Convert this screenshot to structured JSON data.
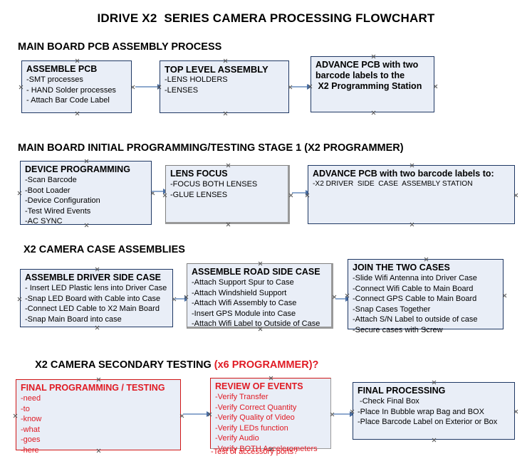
{
  "document": {
    "title": "IDRIVE X2  SERIES CAMERA PROCESSING FLOWCHART"
  },
  "colors": {
    "box_fill": "#e9eef7",
    "box_border_navy": "#1f3864",
    "box_border_gray": "#808080",
    "red_text": "#e01b24",
    "connector": "#8ea9ce",
    "arrowhead": "#4a6fa5"
  },
  "sections": [
    {
      "id": "main-board-pcb-assembly",
      "heading": "MAIN BOARD PCB ASSEMBLY PROCESS",
      "heading_suffix": "",
      "boxes": [
        {
          "id": "assemble-pcb",
          "title": "ASSEMBLE PCB",
          "lines": [
            "-SMT processes",
            "- HAND Solder processes",
            "- Attach Bar Code Label"
          ]
        },
        {
          "id": "top-level-assembly",
          "title": "TOP LEVEL ASSEMBLY",
          "lines": [
            "-LENS HOLDERS",
            "-LENSES"
          ]
        },
        {
          "id": "advance-pcb-x2-programming-station",
          "title": "ADVANCE PCB with two",
          "lines": [
            "barcode labels to the",
            " X2 Programming Station"
          ]
        }
      ]
    },
    {
      "id": "main-board-initial-programming",
      "heading": "MAIN BOARD INITIAL PROGRAMMING/TESTING STAGE 1 (X2 PROGRAMMER)",
      "heading_suffix": "",
      "boxes": [
        {
          "id": "device-programming",
          "title": "DEVICE PROGRAMMING",
          "lines": [
            "-Scan Barcode",
            "-Boot Loader",
            "-Device Configuration",
            "-Test Wired Events",
            "-AC SYNC"
          ]
        },
        {
          "id": "lens-focus",
          "title": "LENS FOCUS",
          "lines": [
            "-FOCUS BOTH LENSES",
            "-GLUE LENSES"
          ]
        },
        {
          "id": "advance-pcb-driver-side-case",
          "title": "ADVANCE PCB with two barcode labels to:",
          "lines": [
            "-X2 DRIVER  SIDE  CASE  ASSEMBLY STATION"
          ]
        }
      ]
    },
    {
      "id": "x2-camera-case-assemblies",
      "heading": "X2 CAMERA CASE ASSEMBLIES",
      "heading_suffix": "",
      "boxes": [
        {
          "id": "assemble-driver-side-case",
          "title": "ASSEMBLE DRIVER SIDE CASE",
          "lines": [
            "- Insert LED Plastic lens into Driver Case",
            "-Snap LED Board with Cable into Case",
            "-Connect LED Cable to X2 Main Board",
            "-Snap Main Board into case"
          ]
        },
        {
          "id": "assemble-road-side-case",
          "title": "ASSEMBLE ROAD SIDE CASE",
          "lines": [
            "-Attach Support Spur to Case",
            "-Attach Windshield Support",
            "-Attach Wifi Assembly to Case",
            "-Insert GPS Module into Case",
            "-Attach Wifi Label to Outside of Case"
          ]
        },
        {
          "id": "join-the-two-cases",
          "title": "JOIN THE TWO CASES",
          "lines": [
            "-Slide Wifi Antenna into Driver Case",
            "-Connect Wifi Cable to Main Board",
            "-Connect GPS Cable to Main Board",
            "-Snap Cases Together",
            "-Attach S/N Label to outside of case",
            "-Secure cases with Screw"
          ]
        }
      ]
    },
    {
      "id": "x2-camera-secondary-testing",
      "heading": "X2 CAMERA SECONDARY TESTING ",
      "heading_suffix": "(x6 PROGRAMMER)?",
      "boxes": [
        {
          "id": "final-programming-testing",
          "title": "FINAL PROGRAMMING / TESTING",
          "lines": [
            "-need",
            "-to",
            "-know",
            "-what",
            "-goes",
            "-here"
          ]
        },
        {
          "id": "review-of-events",
          "title": "REVIEW OF EVENTS",
          "lines": [
            "-Verify Transfer",
            "-Verify Correct Quantity",
            "-Verify Quality of Video",
            "-Verify LEDs function",
            "-Verify Audio",
            "-Verify BOTH Accelerometers"
          ],
          "overflow_line": "-Test of accessory ports?"
        },
        {
          "id": "final-processing",
          "title": "FINAL PROCESSING",
          "lines": [
            " -Check Final Box",
            "-Place In Bubble wrap Bag and BOX",
            "-Place Barcode Label on Exterior or Box"
          ]
        }
      ]
    }
  ]
}
